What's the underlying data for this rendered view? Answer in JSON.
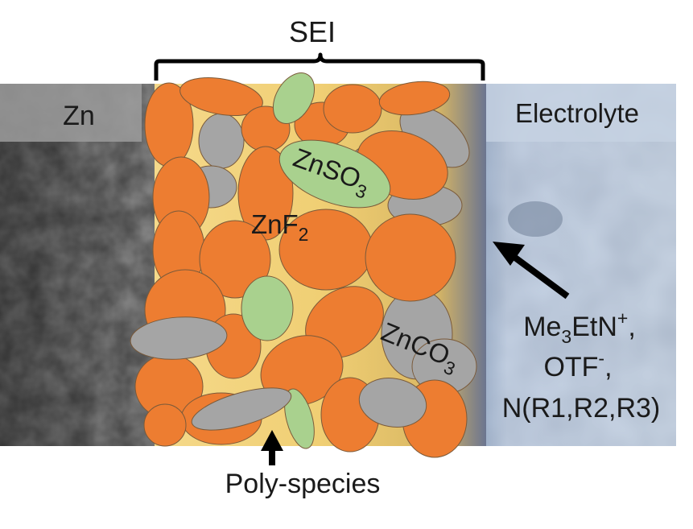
{
  "title": "SEI",
  "regions": {
    "anode": "Zn",
    "electrolyte": "Electrolyte"
  },
  "species": {
    "znf2": {
      "base": "ZnF",
      "sub": "2"
    },
    "znso3": {
      "base": "ZnSO",
      "sub": "3"
    },
    "znco3": {
      "base": "ZnCO",
      "sub": "3"
    }
  },
  "poly_label": "Poly-species",
  "electrolyte_species": {
    "cation": {
      "a": "Me",
      "sub": "3",
      "b": "EtN",
      "sup": "+",
      "tail": ","
    },
    "anion": {
      "a": "OTF",
      "sup": "-",
      "tail": ","
    },
    "amine": "N(R1,R2,R3)"
  },
  "colors": {
    "orange": "#ED7D31",
    "green": "#A9D18E",
    "gray": "#A5A5A5",
    "sei_background": "#F2D27A",
    "zn_surface": "#6E6E6E",
    "electrolyte_bg": "#C9D6E6"
  }
}
